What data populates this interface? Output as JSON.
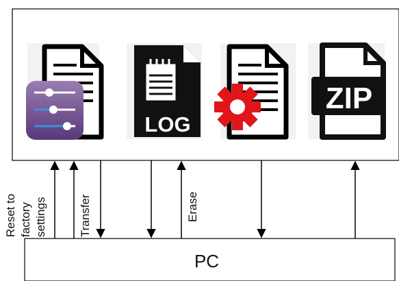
{
  "device_box": {
    "icons": [
      {
        "name": "settings-document-icon",
        "label": ""
      },
      {
        "name": "log-file-icon",
        "label": "LOG"
      },
      {
        "name": "config-document-icon",
        "label": ""
      },
      {
        "name": "zip-file-icon",
        "label": "ZIP"
      }
    ]
  },
  "pc_box": {
    "label": "PC"
  },
  "arrows": {
    "reset_label_line1": "Reset to",
    "reset_label_line2": "factory",
    "reset_label_line3": "settings",
    "transfer_label": "Transfer",
    "erase_label": "Erase"
  },
  "colors": {
    "gear": "#e0161b",
    "settings_bg_top": "#8c6fa4",
    "settings_bg_bottom": "#5a3f7a",
    "slider_blue": "#3f8fe0"
  }
}
